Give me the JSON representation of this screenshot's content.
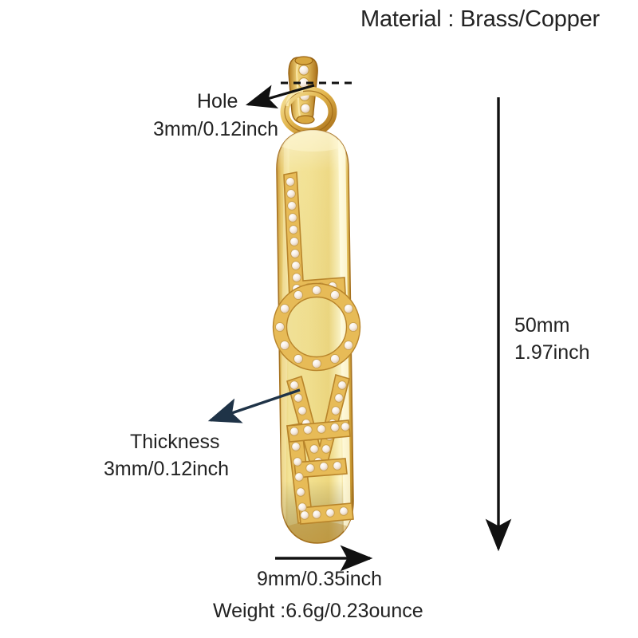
{
  "product": {
    "material_text": "Material : Brass/Copper",
    "weight_text": "Weight :6.6g/0.23ounce",
    "letters": "LOVE"
  },
  "annotations": {
    "hole": {
      "label": "Hole",
      "value": "3mm/0.12inch",
      "arrow": "arrow-pointing-left-to-bail",
      "guide": "dashed-horizontal-line"
    },
    "thickness": {
      "label": "Thickness",
      "value": "3mm/0.12inch",
      "arrow": "arrow-pointing-down-left-from-edge"
    },
    "length": {
      "value_mm": "50mm",
      "value_inch": "1.97inch",
      "arrow": "vertical-arrow-pointing-down"
    },
    "width": {
      "value": "9mm/0.35inch",
      "arrow": "horizontal-arrow-pointing-right"
    }
  },
  "colors": {
    "background": "#ffffff",
    "text": "#232323",
    "annotation_line": "#111111",
    "thickness_arrow": "#1f3347",
    "gold_light": "#f7e9a4",
    "gold_base": "#efd982",
    "gold_mid": "#e3bc55",
    "gold_deep": "#c8922f",
    "gold_shadow": "#a7721f",
    "stone": "#fdf6ef"
  }
}
